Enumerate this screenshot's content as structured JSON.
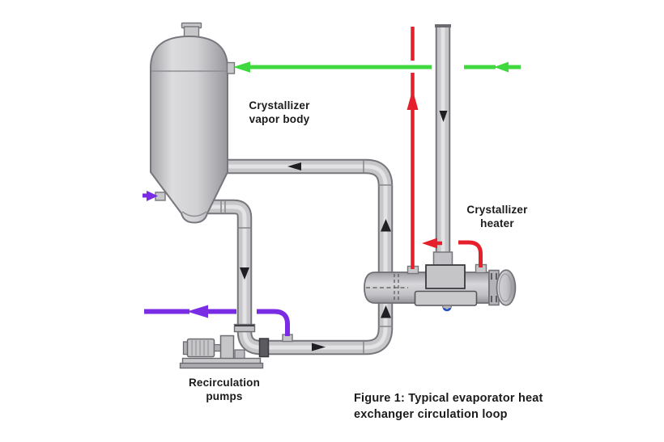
{
  "colors": {
    "background": "#ffffff",
    "flow_green": "#3fd83f",
    "flow_red": "#e5202c",
    "flow_purple": "#7a2ce4",
    "drain_blue": "#2352c8",
    "pipe_fill": "#c7c7ca",
    "pipe_edge": "#75757b",
    "vessel_edge": "#6f6f75",
    "arrow_black": "#1f1f23",
    "label_text": "#1b1b1d"
  },
  "labels": {
    "vapor_body": {
      "line1": "Crystallizer",
      "line2": "vapor body"
    },
    "heater": {
      "line1": "Crystallizer",
      "line2": "heater"
    },
    "pumps": {
      "line1": "Recirculation",
      "line2": "pumps"
    }
  },
  "caption": {
    "line1": "Figure 1: Typical evaporator heat",
    "line2": "exchanger circulation loop"
  }
}
